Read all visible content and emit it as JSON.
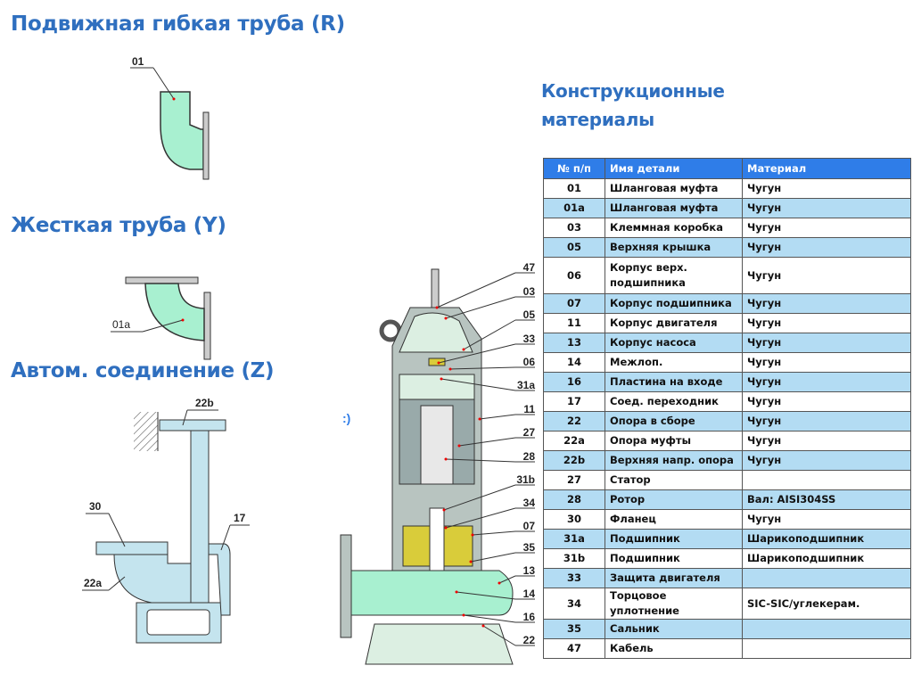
{
  "headings": {
    "flexible_pipe": "Подвижная гибкая труба (R)",
    "rigid_pipe": "Жесткая труба (Y)",
    "auto_coupling": "Автом. соединение (Z)",
    "materials": "Конструкционные материалы"
  },
  "diagram_labels": {
    "flexible_pipe": [
      "01"
    ],
    "rigid_pipe": [
      "01a"
    ],
    "auto_coupling": [
      "22b",
      "30",
      "17",
      "22a"
    ],
    "pump": [
      "47",
      "03",
      "05",
      "33",
      "06",
      "31a",
      "11",
      "27",
      "28",
      "31b",
      "34",
      "07",
      "35",
      "13",
      "14",
      "16",
      "22"
    ],
    "cut_off_text": ":)"
  },
  "table": {
    "headers": [
      "№ п/п",
      "Имя детали",
      "Материал"
    ],
    "rows": [
      {
        "num": "01",
        "name": "Шланговая муфта",
        "material": "Чугун"
      },
      {
        "num": "01a",
        "name": "Шланговая муфта",
        "material": "Чугун"
      },
      {
        "num": "03",
        "name": "Клеммная коробка",
        "material": "Чугун"
      },
      {
        "num": "05",
        "name": "Верхняя крышка",
        "material": "Чугун"
      },
      {
        "num": "06",
        "name": "Корпус верх. подшипника",
        "material": "Чугун"
      },
      {
        "num": "07",
        "name": "Корпус подшипника",
        "material": "Чугун"
      },
      {
        "num": "11",
        "name": "Корпус двигателя",
        "material": "Чугун"
      },
      {
        "num": "13",
        "name": "Корпус насоса",
        "material": "Чугун"
      },
      {
        "num": "14",
        "name": "Межлоп.",
        "material": "Чугун"
      },
      {
        "num": "16",
        "name": "Пластина на входе",
        "material": "Чугун"
      },
      {
        "num": "17",
        "name": "Соед. переходник",
        "material": "Чугун"
      },
      {
        "num": "22",
        "name": "Опора в сборе",
        "material": "Чугун"
      },
      {
        "num": "22a",
        "name": "Опора муфты",
        "material": "Чугун"
      },
      {
        "num": "22b",
        "name": "Верхняя напр. опора",
        "material": "Чугун"
      },
      {
        "num": "27",
        "name": "Статор",
        "material": ""
      },
      {
        "num": "28",
        "name": "Ротор",
        "material": "Вал: AISI304SS"
      },
      {
        "num": "30",
        "name": "Фланец",
        "material": "Чугун"
      },
      {
        "num": "31a",
        "name": "Подшипник",
        "material": "Шарикоподшипник"
      },
      {
        "num": "31b",
        "name": "Подшипник",
        "material": "Шарикоподшипник"
      },
      {
        "num": "33",
        "name": "Защита двигателя",
        "material": ""
      },
      {
        "num": "34",
        "name": "Торцовое уплотнение",
        "material": "SIC-SIC/углекерам."
      },
      {
        "num": "35",
        "name": "Сальник",
        "material": ""
      },
      {
        "num": "47",
        "name": "Кабель",
        "material": ""
      }
    ]
  },
  "colors": {
    "heading": "#2f6fbf",
    "table_header": "#2f7de8",
    "table_alt_row": "#b3dcf3",
    "part_fill": "#a8f0d0",
    "support_fill": "#c4e4ee",
    "motor_fill": "#dcefe2",
    "oil_fill": "#d9cc3a"
  }
}
